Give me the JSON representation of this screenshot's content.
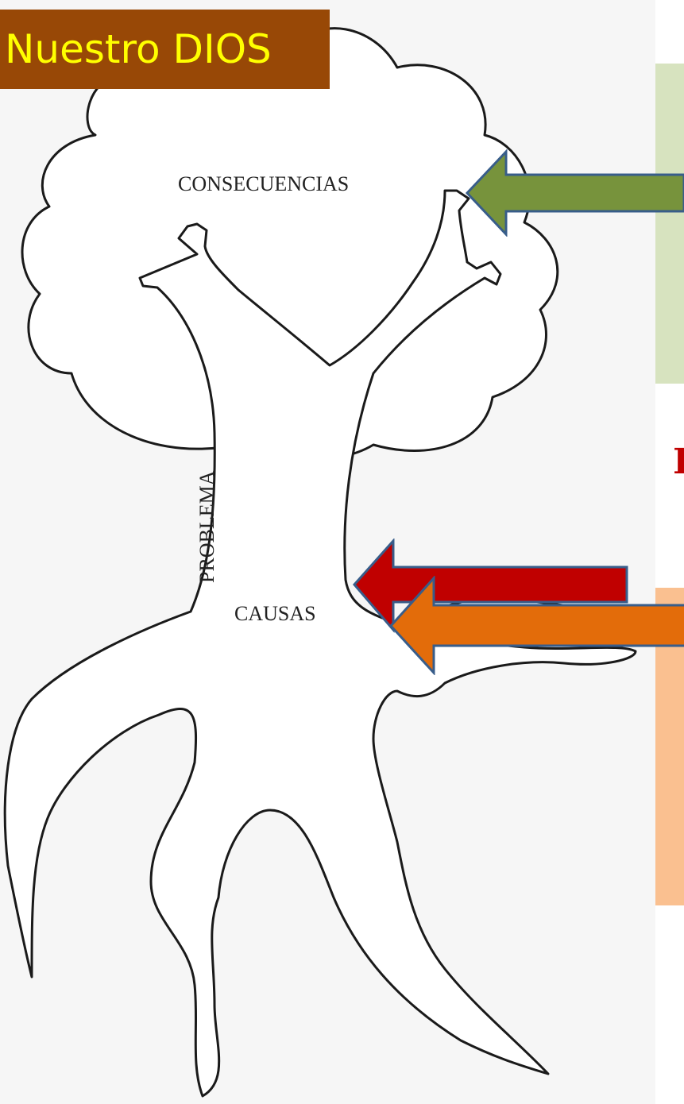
{
  "title": "Nuestro DIOS",
  "tree": {
    "consequences_label": "CONSECUENCIAS",
    "problem_label": "PROBLEMA",
    "causes_label": "CAUSAS"
  },
  "right_panel": {
    "partial_letter": "I"
  },
  "colors": {
    "title_background": "#984806",
    "title_text": "#ffff00",
    "arrow_consequences": "#77933c",
    "arrow_problem": "#c00000",
    "arrow_causes": "#e36c0a",
    "arrow_outline": "#385d8a",
    "panel_green": "#d7e3bf",
    "panel_orange": "#fac090"
  }
}
